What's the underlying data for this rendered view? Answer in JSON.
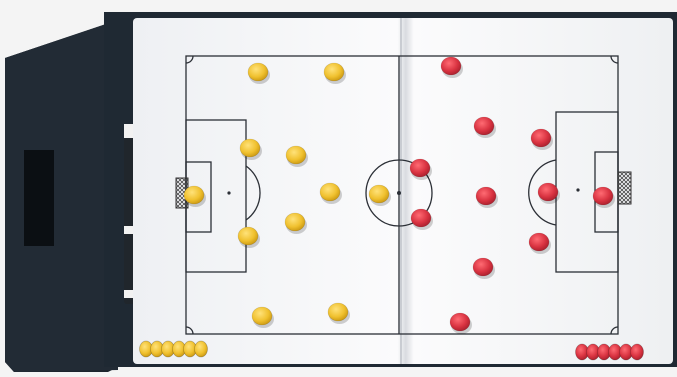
{
  "scene": {
    "object": "tactics-board",
    "folder_color": "#1d2630",
    "board_color": "#f7f8fa",
    "line_color": "#2b2f36",
    "page_fold": true
  },
  "pieces": {
    "yellow_team": {
      "color": "#f0c12f",
      "shadow": "#c8950f",
      "on_pitch": 11,
      "in_reserve": 6
    },
    "red_team": {
      "color": "#d93341",
      "shadow": "#a51f2c",
      "on_pitch": 11,
      "in_reserve": 6
    }
  }
}
